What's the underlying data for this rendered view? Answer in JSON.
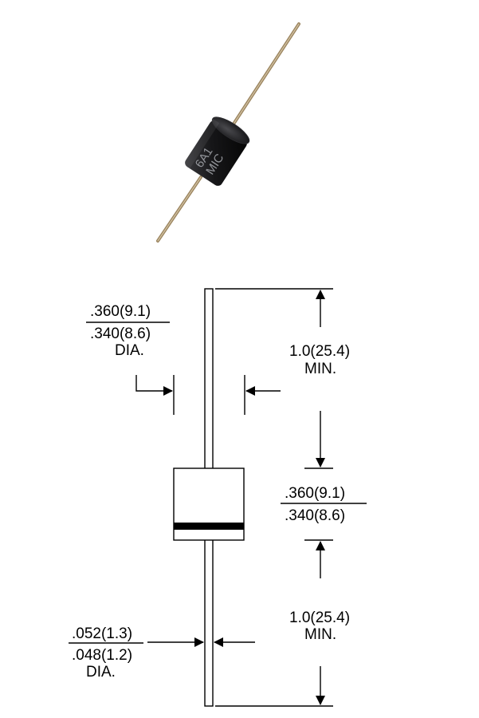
{
  "photo": {
    "body_marking_line1": "6A1",
    "body_marking_line2": "MIC",
    "colors": {
      "body": "#1b1b1d",
      "lead": "#b59a6e"
    }
  },
  "drawing": {
    "body_dia_max": ".360(9.1)",
    "body_dia_min": ".340(8.6)",
    "body_dia_suffix": "DIA.",
    "top_lead_length": "1.0(25.4)",
    "top_lead_suffix": "MIN.",
    "body_length_max": ".360(9.1)",
    "body_length_min": ".340(8.6)",
    "bottom_lead_length": "1.0(25.4)",
    "bottom_lead_suffix": "MIN.",
    "lead_dia_max": ".052(1.3)",
    "lead_dia_min": ".048(1.2)",
    "lead_dia_suffix": "DIA.",
    "colors": {
      "line": "#000000",
      "cathode_band": "#000000"
    }
  }
}
